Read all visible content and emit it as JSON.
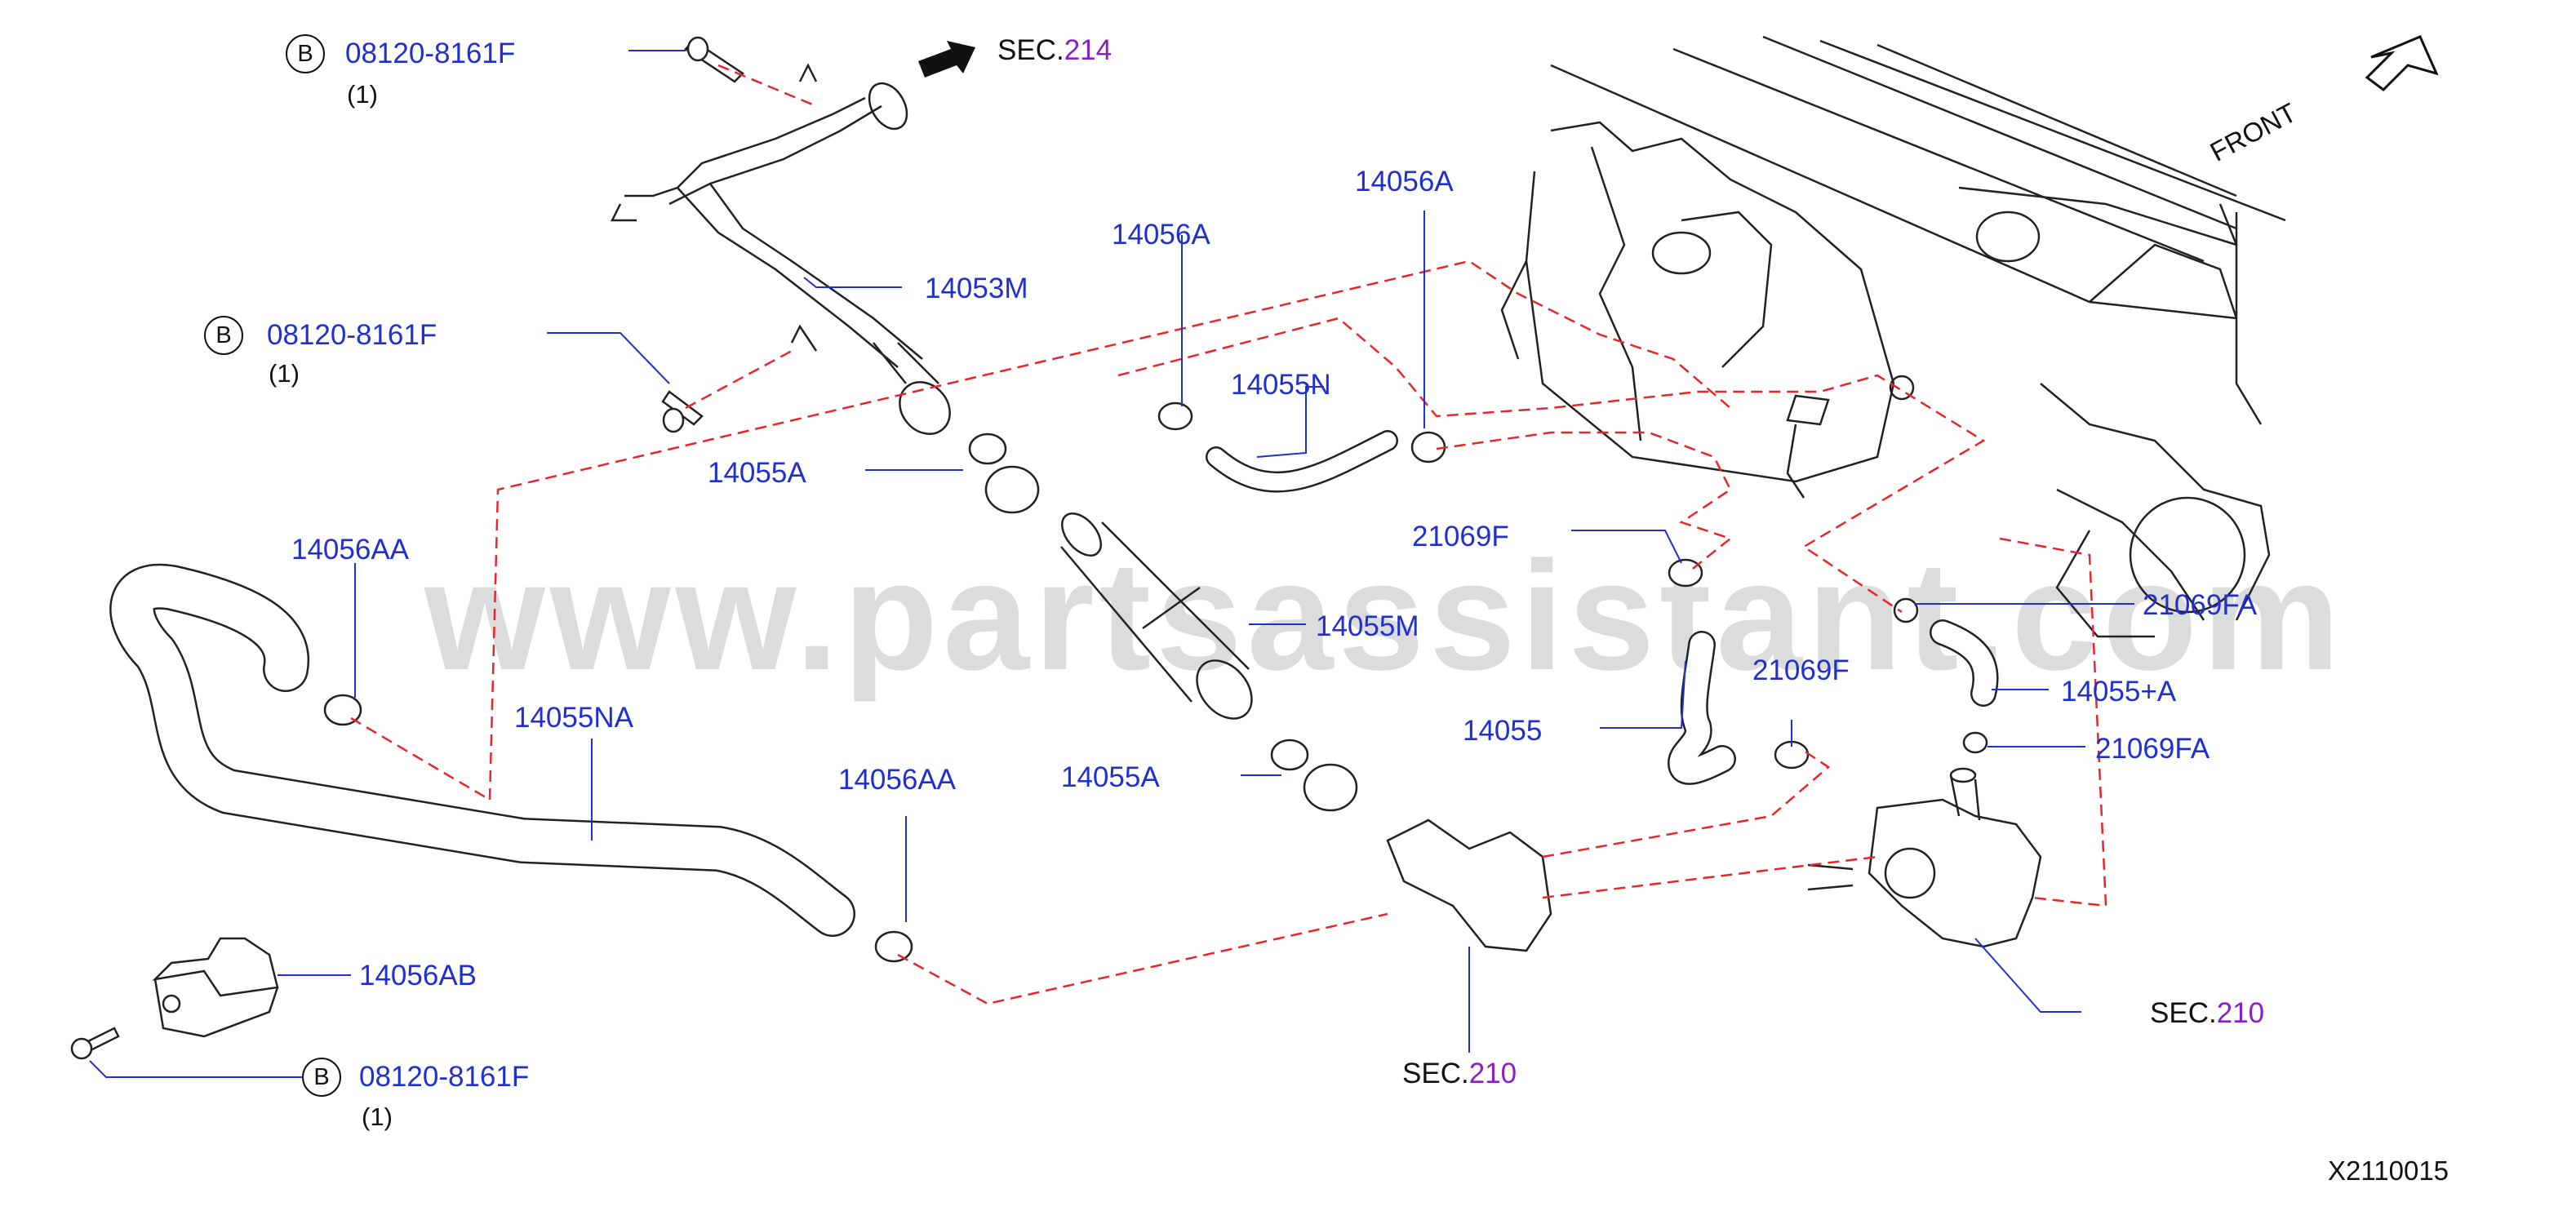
{
  "watermark": "www.partsassistant.com",
  "diagram_code": "X2110015",
  "front_label": "FRONT",
  "sec_prefix": "SEC.",
  "sec_214": "214",
  "sec_210": "210",
  "bolt_symbol": "B",
  "bolt_part": "08120-8161F",
  "bolt_qty": "(1)",
  "parts": {
    "p14053M": "14053M",
    "p14056A": "14056A",
    "p14055N": "14055N",
    "p14055A": "14055A",
    "p14056AA": "14056AA",
    "p14055NA": "14055NA",
    "p14055M": "14055M",
    "p14056AB": "14056AB",
    "p21069F": "21069F",
    "p21069FA": "21069FA",
    "p14055plusA": "14055+A",
    "p14055": "14055"
  },
  "colors": {
    "label": "#1f2fd0",
    "sec_number": "#8a1fc8",
    "dashed_line": "#e8262a",
    "leader": "#1f2fd0",
    "drawing": "#222222",
    "watermark": "#dcdcdc"
  }
}
